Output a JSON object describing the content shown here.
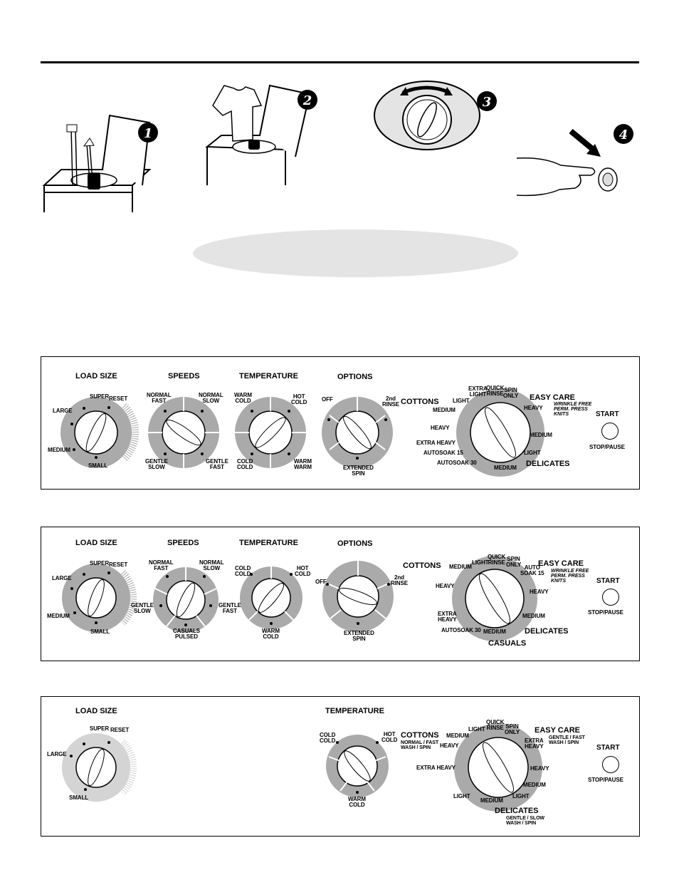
{
  "steps": [
    "1",
    "2",
    "3",
    "4"
  ],
  "panel1": {
    "load_size": {
      "title": "LOAD SIZE",
      "super": "SUPER",
      "reset": "RESET",
      "large": "LARGE",
      "medium": "MEDIUM",
      "small": "SMALL"
    },
    "speeds": {
      "title": "SPEEDS",
      "normal_fast": "NORMAL\nFAST",
      "normal_slow": "NORMAL\nSLOW",
      "gentle_slow": "GENTLE\nSLOW",
      "gentle_fast": "GENTLE\nFAST"
    },
    "temperature": {
      "title": "TEMPERATURE",
      "warm_cold": "WARM\nCOLD",
      "hot_cold": "HOT\nCOLD",
      "cold_cold": "COLD\nCOLD",
      "warm_warm": "WARM\nWARM"
    },
    "options": {
      "title": "OPTIONS",
      "off": "OFF",
      "second_rinse": "2nd\nRINSE",
      "extended_spin": "EXTENDED\nSPIN"
    },
    "cycle": {
      "cottons": "COTTONS",
      "easy_care": "EASY CARE",
      "easy_care_sub": "WRINKLE FREE\nPERM. PRESS\nKNITS",
      "delicates": "DELICATES",
      "extra_light": "EXTRA\nLIGHT",
      "quick_rinse": "QUICK\nRINSE",
      "spin_only": "SPIN\nONLY",
      "light_c": "LIGHT",
      "medium_c": "MEDIUM",
      "heavy_c": "HEAVY",
      "extra_heavy": "EXTRA HEAVY",
      "autosoak15": "AUTOSOAK 15",
      "autosoak30": "AUTOSOAK 30",
      "heavy_e": "HEAVY",
      "medium_e": "MEDIUM",
      "light_d": "LIGHT",
      "medium_d": "MEDIUM"
    },
    "start": "START",
    "stop_pause": "STOP/PAUSE"
  },
  "panel2": {
    "load_size": {
      "title": "LOAD SIZE",
      "super": "SUPER",
      "reset": "RESET",
      "large": "LARGE",
      "medium": "MEDIUM",
      "small": "SMALL"
    },
    "speeds": {
      "title": "SPEEDS",
      "normal_fast": "NORMAL\nFAST",
      "normal_slow": "NORMAL\nSLOW",
      "gentle_slow": "GENTLE\nSLOW",
      "gentle_fast": "GENTLE\nFAST",
      "casuals_pulsed": "CASUALS\nPULSED"
    },
    "temperature": {
      "title": "TEMPERATURE",
      "cold_cold": "COLD\nCOLD",
      "hot_cold": "HOT\nCOLD",
      "warm_cold": "WARM\nCOLD"
    },
    "options": {
      "title": "OPTIONS",
      "off": "OFF",
      "second_rinse": "2nd\nRINSE",
      "extended_spin": "EXTENDED\nSPIN"
    },
    "cycle": {
      "cottons": "COTTONS",
      "easy_care": "EASY CARE",
      "easy_care_sub": "WRINKLE FREE\nPERM. PRESS\nKNITS",
      "delicates": "DELICATES",
      "casuals": "CASUALS",
      "medium_c": "MEDIUM",
      "light_c": "LIGHT",
      "quick_rinse": "QUICK\nRINSE",
      "spin_only": "SPIN\nONLY",
      "auto_soak15": "AUTO\nSOAK 15",
      "heavy_c": "HEAVY",
      "extra_heavy": "EXTRA\nHEAVY",
      "autosoak30": "AUTOSOAK 30",
      "medium_cas": "MEDIUM",
      "heavy_e": "HEAVY",
      "medium_d": "MEDIUM"
    },
    "start": "START",
    "stop_pause": "STOP/PAUSE"
  },
  "panel3": {
    "load_size": {
      "title": "LOAD SIZE",
      "super": "SUPER",
      "reset": "RESET",
      "large": "LARGE",
      "small": "SMALL"
    },
    "temperature": {
      "title": "TEMPERATURE",
      "cold_cold": "COLD\nCOLD",
      "hot_cold": "HOT\nCOLD",
      "warm_cold": "WARM\nCOLD"
    },
    "cycle": {
      "cottons": "COTTONS",
      "cottons_sub": "NORMAL / FAST\nWASH  /  SPIN",
      "easy_care": "EASY CARE",
      "easy_care_sub": "GENTLE / FAST\nWASH  /  SPIN",
      "delicates": "DELICATES",
      "delicates_sub": "GENTLE / SLOW\nWASH  /  SPIN",
      "medium_c": "MEDIUM",
      "light_c": "LIGHT",
      "quick_rinse": "QUICK\nRINSE",
      "spin_only": "SPIN\nONLY",
      "heavy_c": "HEAVY",
      "extra_heavy": "EXTRA HEAVY",
      "extra_heavy_e": "EXTRA\nHEAVY",
      "heavy_e": "HEAVY",
      "medium_e": "MEDIUM",
      "light_e": "LIGHT",
      "light_d": "LIGHT",
      "medium_d": "MEDIUM"
    },
    "start": "START",
    "stop_pause": "STOP/PAUSE"
  }
}
